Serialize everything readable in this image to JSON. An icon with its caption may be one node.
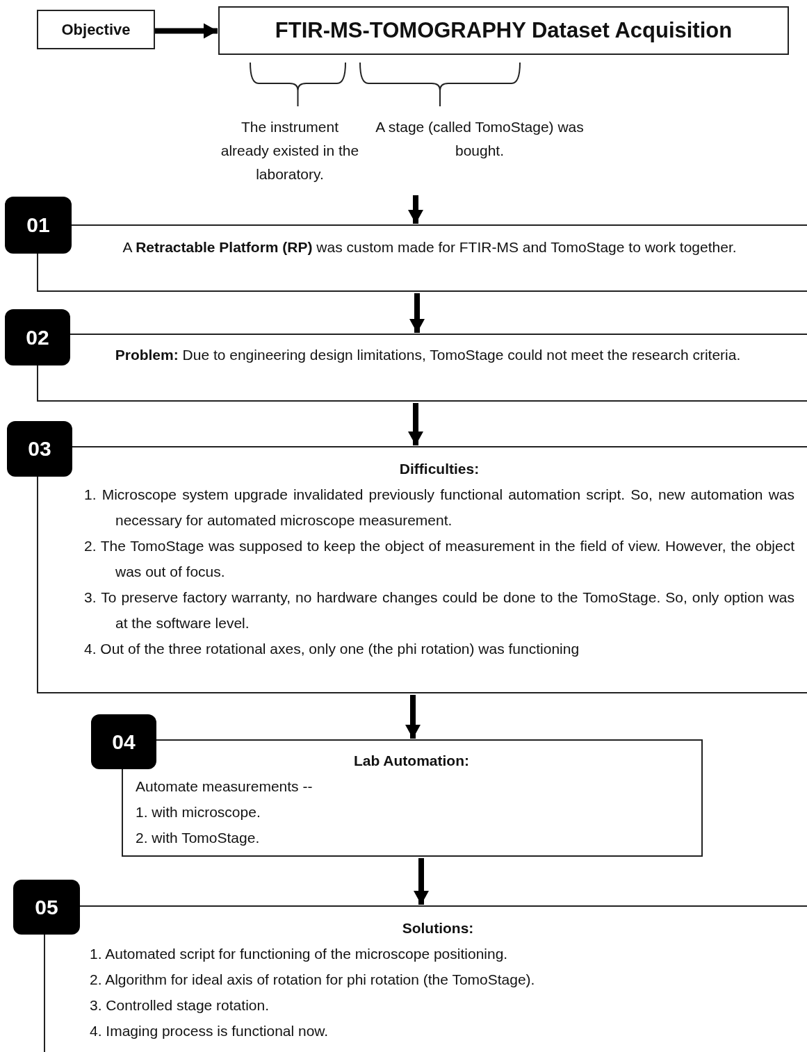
{
  "diagram": {
    "nodes": [
      {
        "text": [
          "Objective"
        ]
      },
      {
        "text": [
          "FTIR-MS-TOMOGRAPHY Dataset Acquisition"
        ]
      },
      {
        "text": [
          "The instrument already existed in the laboratory."
        ]
      },
      {
        "text": [
          "A stage (called TomoStage) was bought."
        ]
      },
      {
        "text": [
          "01"
        ]
      },
      {
        "text": [
          "A **Retractable Platform (RP)** was custom made for FTIR-MS and TomoStage to work together."
        ]
      },
      {
        "text": [
          "02"
        ]
      },
      {
        "text": [
          "**Problem:** Due to engineering design limitations, TomoStage could not meet the research criteria."
        ]
      },
      {
        "text": [
          "03"
        ]
      },
      {
        "text": [
          "Difficulties:",
          "1. Microscope system upgrade invalidated previously functional automation script. So, new automation was necessary for automated microscope measurement.",
          "2. The TomoStage was supposed to keep the object of measurement in the field of view. However, the object was out of focus.",
          "3. To preserve factory warranty, no hardware changes could be done to the TomoStage. So, only option was at the software level.",
          "4. Out of the three rotational axes, only one (the phi rotation) was functioning"
        ]
      },
      {
        "text": [
          "04"
        ]
      },
      {
        "text": [
          "Lab Automation:",
          "Automate measurements --",
          "1. with microscope.",
          "2. with TomoStage."
        ]
      },
      {
        "text": [
          "05"
        ]
      },
      {
        "text": [
          "Solutions:",
          "1. Automated script for functioning of the microscope positioning.",
          "2. Algorithm for ideal axis of rotation for phi rotation (the TomoStage).",
          "3. Controlled stage rotation.",
          "4. Imaging process is functional now."
        ]
      }
    ],
    "edges": [
      {
        "from": 0,
        "to": 1,
        "arrow": "to"
      },
      {
        "from": null,
        "to": 5,
        "arrow": "to"
      },
      {
        "from": 5,
        "to": 7,
        "arrow": "to"
      },
      {
        "from": 7,
        "to": 9,
        "arrow": "to"
      },
      {
        "from": 9,
        "to": 11,
        "arrow": "to"
      },
      {
        "from": 11,
        "to": 13,
        "arrow": "to"
      }
    ]
  }
}
